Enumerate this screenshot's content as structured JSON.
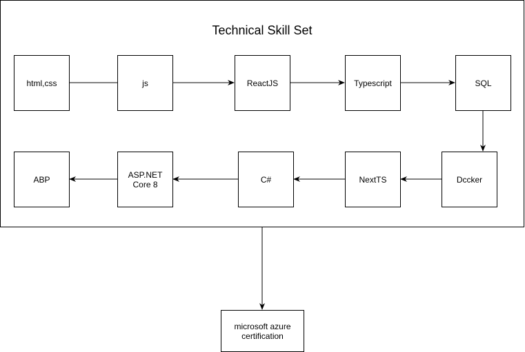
{
  "diagram": {
    "title": "Technical Skill Set",
    "nodes": {
      "html_css": "html,css",
      "js": "js",
      "reactjs": "ReactJS",
      "typescript": "Typescript",
      "sql": "SQL",
      "docker": "Dccker",
      "nextts": "NextTS",
      "csharp": "C#",
      "aspnet": "ASP.NET\nCore 8",
      "abp": "ABP",
      "azure": "microsoft azure\ncertification"
    },
    "edges": [
      {
        "from": "html,css",
        "to": "js",
        "arrow": false
      },
      {
        "from": "js",
        "to": "ReactJS",
        "arrow": true
      },
      {
        "from": "ReactJS",
        "to": "Typescript",
        "arrow": true
      },
      {
        "from": "Typescript",
        "to": "SQL",
        "arrow": true
      },
      {
        "from": "SQL",
        "to": "Dccker",
        "arrow": true
      },
      {
        "from": "Dccker",
        "to": "NextTS",
        "arrow": true
      },
      {
        "from": "NextTS",
        "to": "C#",
        "arrow": true
      },
      {
        "from": "C#",
        "to": "ASP.NET Core 8",
        "arrow": true
      },
      {
        "from": "ASP.NET Core 8",
        "to": "ABP",
        "arrow": true
      },
      {
        "from": "Technical Skill Set",
        "to": "microsoft azure certification",
        "arrow": true
      }
    ]
  }
}
